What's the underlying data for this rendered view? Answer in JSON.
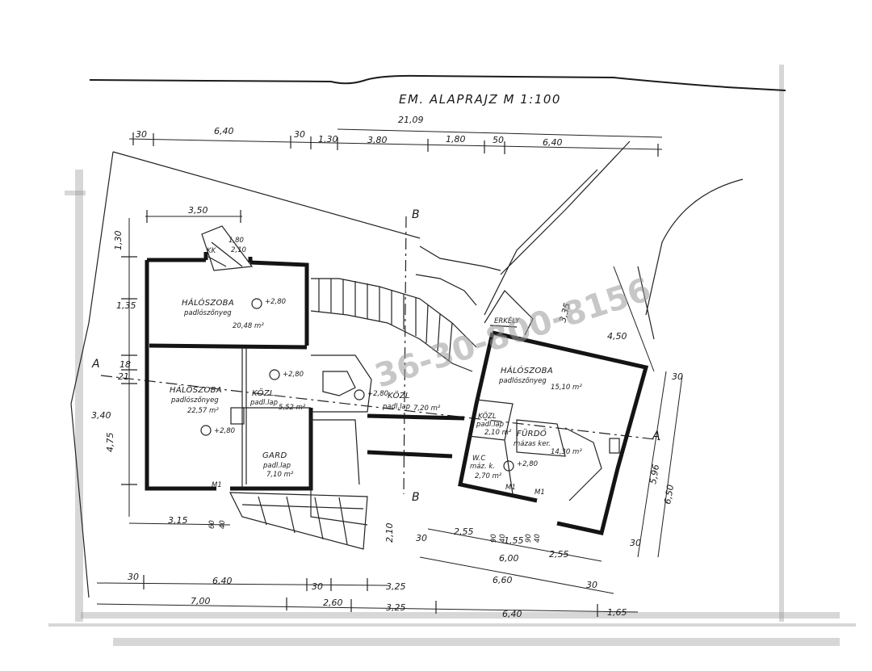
{
  "title": "EM. ALAPRAJZ M 1:100",
  "watermark": "36-30-800-8156",
  "section_marks": {
    "a": "A",
    "b": "B"
  },
  "top_dims": {
    "overall": "21,09",
    "row": [
      "30",
      "6,40",
      "30",
      "1,30",
      "3,80",
      "1,80",
      "50",
      "6,40"
    ],
    "left": "3,50"
  },
  "left_dims": [
    "1,30",
    "1,35",
    "18",
    "21",
    "3,40",
    "4,75"
  ],
  "roof_dims": [
    "1,80",
    "2,10"
  ],
  "right_dims": [
    "30",
    "5,96",
    "6,50",
    "30",
    "4,50",
    "3,35"
  ],
  "lower_dims": {
    "row1": [
      "3,15",
      "60",
      "40",
      "2,10"
    ],
    "angled": [
      "30",
      "2,55",
      "1,55",
      "6,00",
      "2,55",
      "6,60",
      "30"
    ],
    "small": [
      "90",
      "40",
      "90",
      "40"
    ]
  },
  "bottom_dims": {
    "row1": [
      "30",
      "6,40",
      "30",
      "3,25"
    ],
    "row2": [
      "7,00",
      "2,60",
      "3,25",
      "6,40",
      "1,65"
    ]
  },
  "rooms": [
    {
      "name": "HÁLÓSZOBA",
      "floor": "padlószőnyeg",
      "area": "20,48 m²",
      "level": "+2,80"
    },
    {
      "name": "HÁLÓSZOBA",
      "floor": "padlószőnyeg",
      "area": "22,57 m²",
      "level": "+2,80"
    },
    {
      "name": "KÖZL",
      "floor": "padl.lap",
      "area": "5,52 m²",
      "level": "+2,80"
    },
    {
      "name": "GARD",
      "floor": "padl.lap",
      "area": "7,10 m²"
    },
    {
      "name": "KÖZL",
      "floor": "padl.lap",
      "area": "7,20 m²",
      "level": "+2,80"
    },
    {
      "name": "ERKÉLY"
    },
    {
      "name": "HÁLÓSZOBA",
      "floor": "padlószőnyeg",
      "area": "15,10 m²"
    },
    {
      "name": "KÖZL",
      "floor": "padl.lap",
      "area": "2,10 m²"
    },
    {
      "name": "FÜRDŐ",
      "floor": "mázas ker.",
      "area": "14,30 m²",
      "level": "+2,80"
    },
    {
      "name": "W.C",
      "floor": "máz. k.",
      "area": "2,70 m²"
    }
  ],
  "window_marks": [
    "M1",
    "M1",
    "M1"
  ],
  "chimney_label": "KK"
}
